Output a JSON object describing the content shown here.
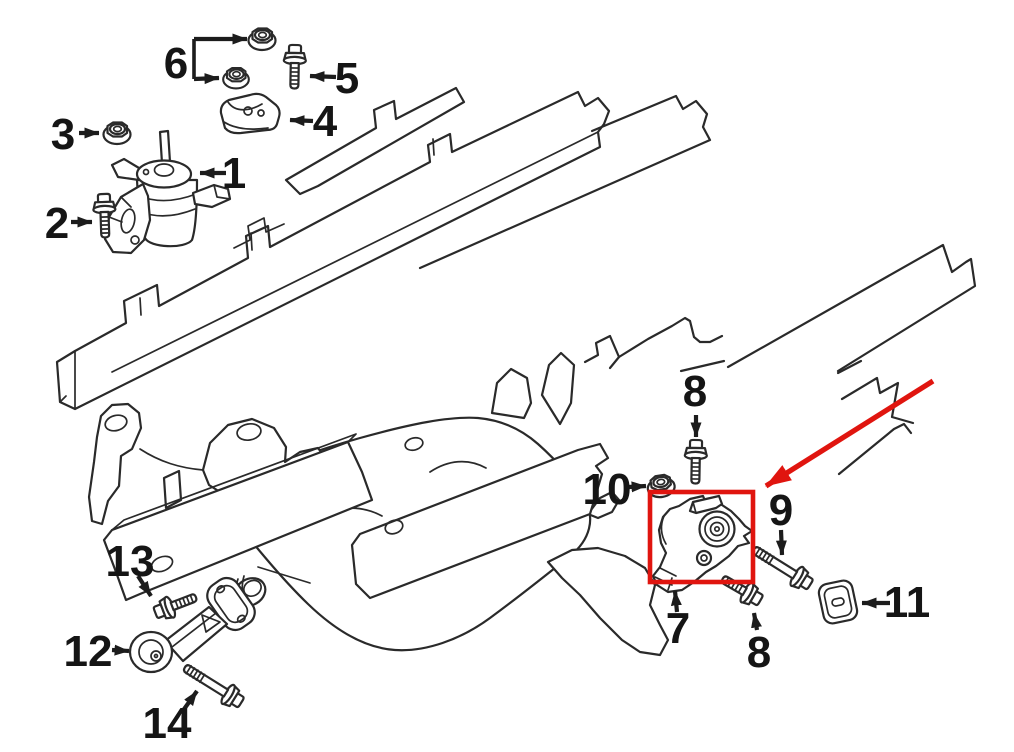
{
  "diagram": {
    "type": "vehicle-parts-line-diagram",
    "subject": "engine-and-transmission-mounting",
    "background_color": "#ffffff",
    "line_color": "#2a2a2a",
    "label_color": "#151515",
    "highlight_color": "#e0150f",
    "highlighted_callout": "7",
    "highlight_shape": "red-box-with-red-arrow",
    "callouts": [
      {
        "number": "6",
        "part": "flange-nut-pair"
      },
      {
        "number": "5",
        "part": "flange-bolt"
      },
      {
        "number": "3",
        "part": "flange-nut"
      },
      {
        "number": "4",
        "part": "mount-stopper-bracket"
      },
      {
        "number": "1",
        "part": "engine-mount"
      },
      {
        "number": "2",
        "part": "flange-bolt"
      },
      {
        "number": "8",
        "part": "flange-bolt"
      },
      {
        "number": "10",
        "part": "flange-nut"
      },
      {
        "number": "9",
        "part": "long-flange-bolt"
      },
      {
        "number": "7",
        "part": "transmission-mount-highlighted"
      },
      {
        "number": "8",
        "part": "flange-bolt"
      },
      {
        "number": "11",
        "part": "damper-plate"
      },
      {
        "number": "13",
        "part": "flange-bolt"
      },
      {
        "number": "12",
        "part": "torque-strut-rod-mount"
      },
      {
        "number": "14",
        "part": "long-flange-bolt"
      }
    ]
  }
}
